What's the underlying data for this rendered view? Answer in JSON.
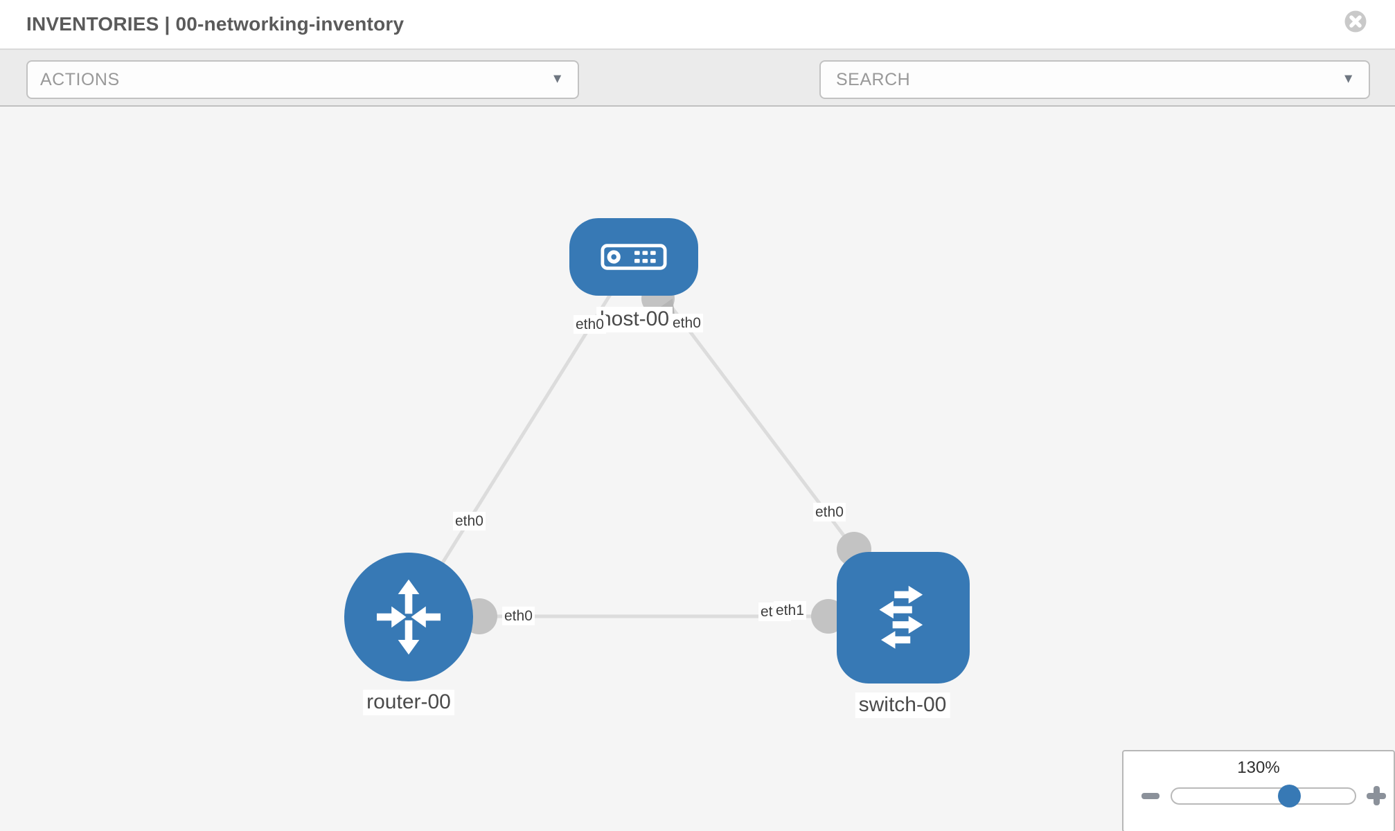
{
  "header": {
    "title": "INVENTORIES | 00-networking-inventory"
  },
  "toolbar": {
    "actions_label": "ACTIONS",
    "search_placeholder": "SEARCH",
    "caret_glyph": "▼"
  },
  "icons": {
    "close": "circle-x-icon",
    "wrench": "wrench-icon",
    "key": "key-icon",
    "zoom_out": "minus-icon",
    "zoom_in": "plus-icon",
    "host": "server-icon",
    "router": "router-arrows-icon",
    "switch": "switch-arrows-icon"
  },
  "topology": {
    "nodes": [
      {
        "label": "host-00",
        "type": "host",
        "icon": "server-icon"
      },
      {
        "label": "router-00",
        "type": "router",
        "icon": "router-arrows-icon"
      },
      {
        "label": "switch-00",
        "type": "switch",
        "icon": "switch-arrows-icon"
      }
    ],
    "links": [
      {
        "source": "host-00",
        "source_if": "eth0",
        "target": "router-00",
        "target_if": "eth0"
      },
      {
        "source": "host-00",
        "source_if": "eth0",
        "target": "switch-00",
        "target_if": "eth0"
      },
      {
        "source": "router-00",
        "source_if": "eth0",
        "target": "switch-00",
        "target_if": "eth1"
      }
    ],
    "switch_link_back_label": "eth0"
  },
  "zoom_control": {
    "level": "130%"
  },
  "colors": {
    "accent_blue": "#3779b5",
    "toolbar_bg": "#ebebeb",
    "canvas_bg": "#f5f5f5",
    "edge_gray": "#dcdcdc",
    "connector_gray": "#c3c3c3",
    "label_text": "#4a4a4a"
  }
}
